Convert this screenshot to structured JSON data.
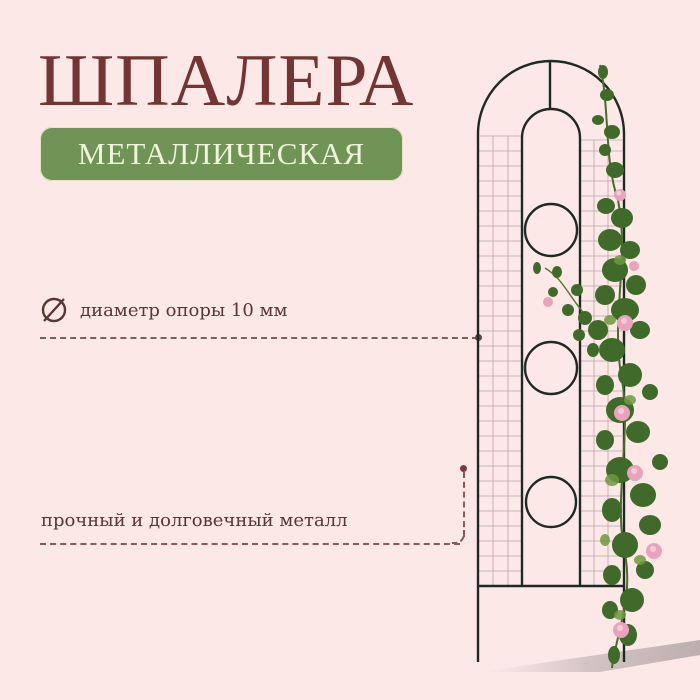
{
  "title": "ШПАЛЕРА",
  "badge": {
    "label": "МЕТАЛЛИЧЕСКАЯ",
    "color": "#6f9455"
  },
  "features": [
    {
      "icon": "diameter-icon",
      "text": "диаметр опоры 10 мм"
    },
    {
      "text": "прочный и долговечный металл"
    }
  ],
  "colors": {
    "background": "#fde8e8",
    "title": "#733434",
    "text": "#5b3434",
    "badge_text": "#f1f5dc"
  },
  "product_image": "metal arched garden trellis with climbing vine and pink flowers"
}
